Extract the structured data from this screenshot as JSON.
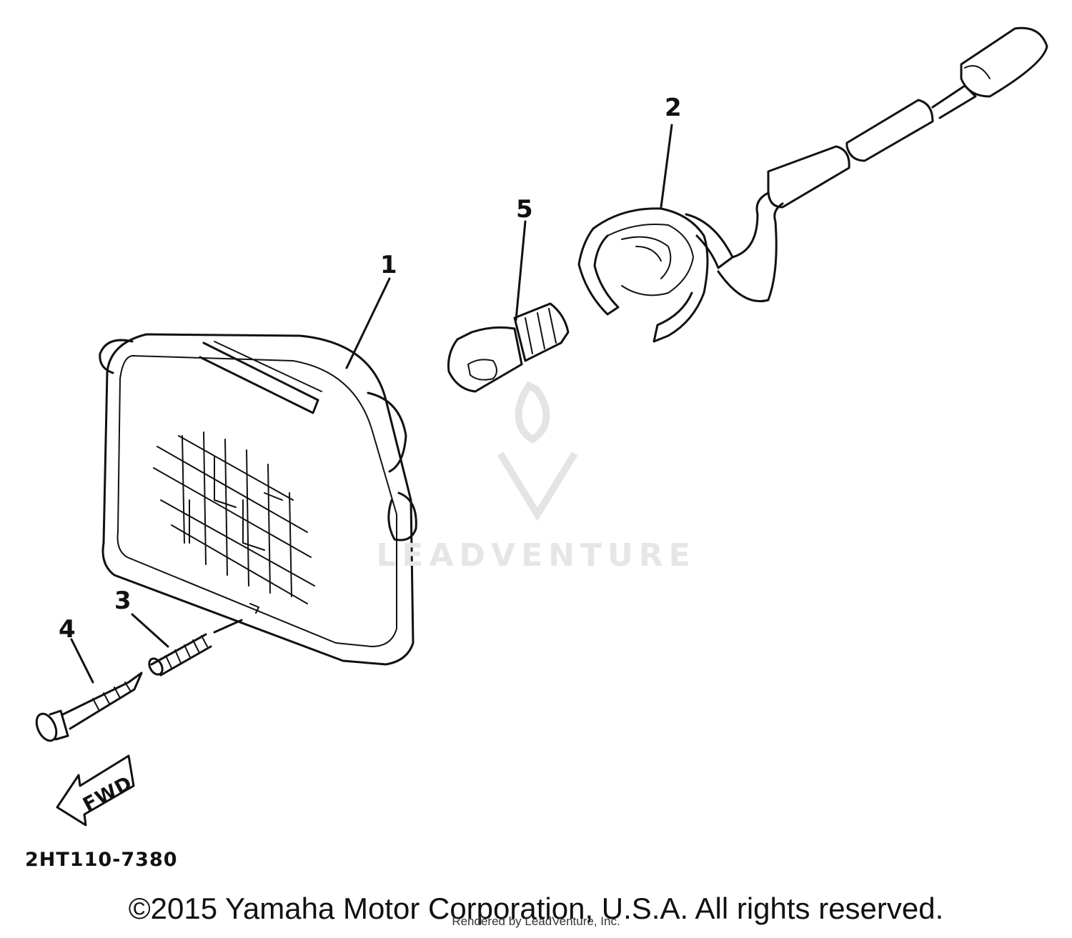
{
  "diagram": {
    "callouts": {
      "part1": "1",
      "part2": "2",
      "part3": "3",
      "part4": "4",
      "part5": "5"
    },
    "fwd_label": "FWD",
    "diagram_code": "2HT110-7380"
  },
  "watermark": {
    "text": "LEADVENTURE"
  },
  "footer": {
    "copyright": "©2015 Yamaha Motor Corporation, U.S.A. All rights reserved.",
    "rendered_by": "Rendered by LeadVenture, Inc."
  }
}
